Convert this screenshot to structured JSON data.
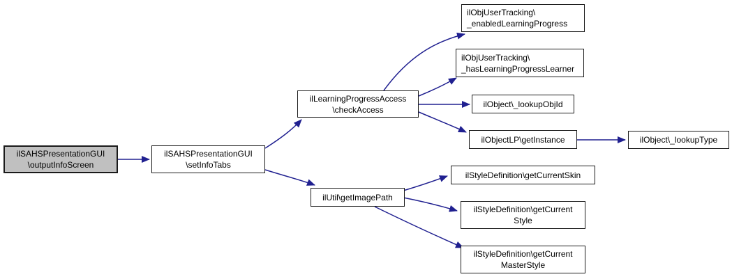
{
  "diagram": {
    "type": "call-graph",
    "background_color": "#ffffff",
    "edge_color": "#202090",
    "node_fill": "#ffffff",
    "node_border_color": "#1a1a1a",
    "highlight_node_fill": "#c0c0c0",
    "nodes": {
      "outputInfoScreen": {
        "label": "ilSAHSPresentationGUI\\outputInfoScreen",
        "lines": [
          "ilSAHSPresentationGUI",
          "\\outputInfoScreen"
        ],
        "highlighted": true
      },
      "setInfoTabs": {
        "label": "ilSAHSPresentationGUI\\setInfoTabs",
        "lines": [
          "ilSAHSPresentationGUI",
          "\\setInfoTabs"
        ]
      },
      "checkAccess": {
        "label": "ilLearningProgressAccess\\checkAccess",
        "lines": [
          "ilLearningProgressAccess",
          "\\checkAccess"
        ]
      },
      "enabledLearningProgress": {
        "label": "ilObjUserTracking\\_enabledLearningProgress",
        "lines": [
          "ilObjUserTracking\\",
          "_enabledLearningProgress"
        ]
      },
      "hasLearningProgressLearner": {
        "label": "ilObjUserTracking\\_hasLearningProgressLearner",
        "lines": [
          "ilObjUserTracking\\",
          "_hasLearningProgressLearner"
        ]
      },
      "lookupObjId": {
        "label": "ilObject\\_lookupObjId",
        "lines": [
          "ilObject\\_lookupObjId"
        ]
      },
      "getInstance": {
        "label": "ilObjectLP\\getInstance",
        "lines": [
          "ilObjectLP\\getInstance"
        ]
      },
      "lookupType": {
        "label": "ilObject\\_lookupType",
        "lines": [
          "ilObject\\_lookupType"
        ]
      },
      "getImagePath": {
        "label": "ilUtil\\getImagePath",
        "lines": [
          "ilUtil\\getImagePath"
        ]
      },
      "getCurrentSkin": {
        "label": "ilStyleDefinition\\getCurrentSkin",
        "lines": [
          "ilStyleDefinition\\getCurrentSkin"
        ]
      },
      "getCurrentStyle": {
        "label": "ilStyleDefinition\\getCurrentStyle",
        "lines": [
          "ilStyleDefinition\\getCurrent",
          "Style"
        ]
      },
      "getCurrentMasterStyle": {
        "label": "ilStyleDefinition\\getCurrentMasterStyle",
        "lines": [
          "ilStyleDefinition\\getCurrent",
          "MasterStyle"
        ]
      }
    },
    "edges": [
      {
        "from": "outputInfoScreen",
        "to": "setInfoTabs"
      },
      {
        "from": "setInfoTabs",
        "to": "checkAccess"
      },
      {
        "from": "setInfoTabs",
        "to": "getImagePath"
      },
      {
        "from": "checkAccess",
        "to": "enabledLearningProgress"
      },
      {
        "from": "checkAccess",
        "to": "hasLearningProgressLearner"
      },
      {
        "from": "checkAccess",
        "to": "lookupObjId"
      },
      {
        "from": "checkAccess",
        "to": "getInstance"
      },
      {
        "from": "getInstance",
        "to": "lookupType"
      },
      {
        "from": "getImagePath",
        "to": "getCurrentSkin"
      },
      {
        "from": "getImagePath",
        "to": "getCurrentStyle"
      },
      {
        "from": "getImagePath",
        "to": "getCurrentMasterStyle"
      }
    ]
  }
}
